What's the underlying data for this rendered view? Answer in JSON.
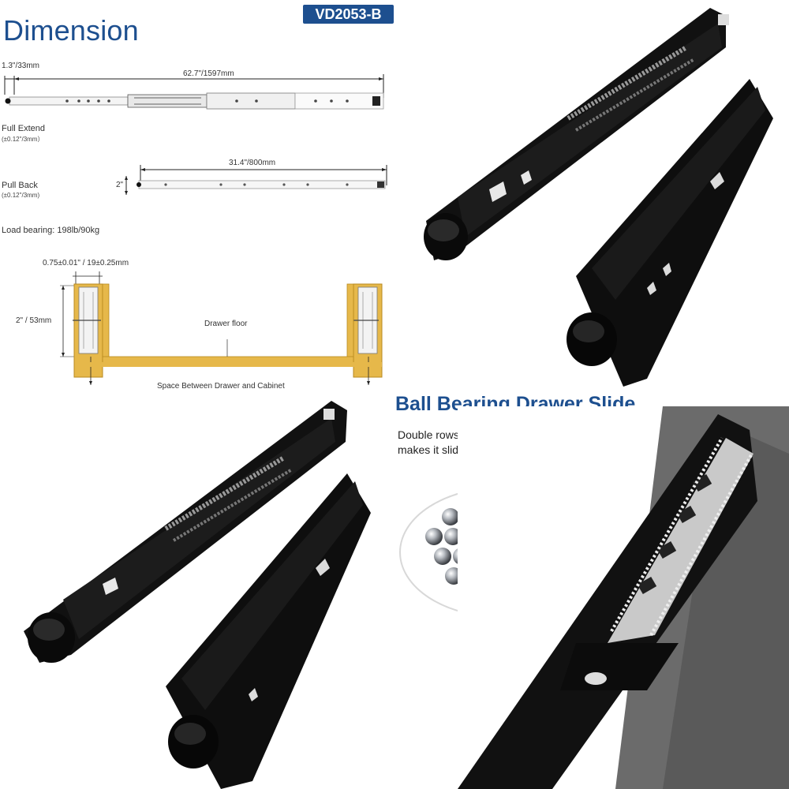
{
  "header": {
    "title": "Dimension",
    "model": "VD2053-B"
  },
  "dimension": {
    "front_offset": "1.3\"/33mm",
    "full_extend_length": "62.7\"/1597mm",
    "full_extend_label": "Full Extend",
    "full_extend_tolerance": "(±0.12\"/3mm）",
    "pull_back_length": "31.4\"/800mm",
    "pull_back_label": "Pull Back",
    "pull_back_tolerance": "(±0.12\"/3mm)",
    "height_small": "2\"",
    "load_bearing": "Load bearing: 198lb/90kg"
  },
  "install": {
    "thickness": "0.75±0.01\" / 19±0.25mm",
    "height": "2\" / 53mm",
    "drawer_floor": "Drawer floor",
    "space": "Space Between Drawer and Cabinet"
  },
  "feature": {
    "title": "Ball Bearing Drawer Slide",
    "line1": "Double rows of solid steel ball",
    "line2": "makes it sliding smoothly."
  },
  "colors": {
    "brand": "#1d4f8f",
    "wood": "#e6b84a",
    "slide": "#151515"
  }
}
